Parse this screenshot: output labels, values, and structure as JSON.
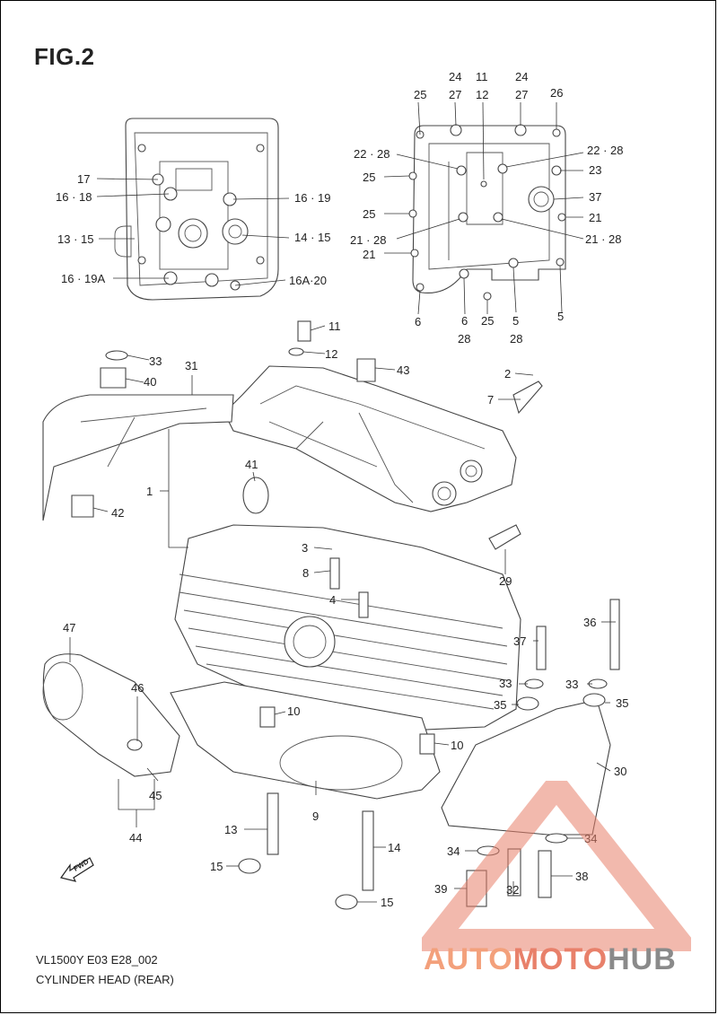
{
  "figure": {
    "title": "FIG.2"
  },
  "footer": {
    "model_code": "VL1500Y E03 E28_002",
    "section_name": "CYLINDER HEAD (REAR)"
  },
  "forward_marker": {
    "text": "FWD"
  },
  "watermark": {
    "text_part1": "AUTO",
    "text_part2": "MOTO",
    "text_part3": "HUB"
  },
  "callouts_top_left": [
    {
      "text": "17"
    },
    {
      "text": "16 · 18"
    },
    {
      "text": "13 · 15"
    },
    {
      "text": "16 · 19A"
    },
    {
      "text": "16 · 19"
    },
    {
      "text": "14 · 15"
    },
    {
      "text": "16A·20"
    }
  ],
  "callouts_top_right": [
    {
      "text": "24"
    },
    {
      "text": "27"
    },
    {
      "text": "11"
    },
    {
      "text": "12"
    },
    {
      "text": "24"
    },
    {
      "text": "27"
    },
    {
      "text": "25"
    },
    {
      "text": "26"
    },
    {
      "text": "22 · 28"
    },
    {
      "text": "22 · 28"
    },
    {
      "text": "25"
    },
    {
      "text": "23"
    },
    {
      "text": "37"
    },
    {
      "text": "25"
    },
    {
      "text": "21"
    },
    {
      "text": "21 · 28"
    },
    {
      "text": "21 · 28"
    },
    {
      "text": "21"
    },
    {
      "text": "6"
    },
    {
      "text": "6"
    },
    {
      "text": "25"
    },
    {
      "text": "5"
    },
    {
      "text": "5"
    },
    {
      "text": "28"
    },
    {
      "text": "28"
    }
  ],
  "callouts_main": [
    {
      "text": "11"
    },
    {
      "text": "12"
    },
    {
      "text": "33"
    },
    {
      "text": "31"
    },
    {
      "text": "43"
    },
    {
      "text": "40"
    },
    {
      "text": "2"
    },
    {
      "text": "7"
    },
    {
      "text": "1"
    },
    {
      "text": "41"
    },
    {
      "text": "42"
    },
    {
      "text": "3"
    },
    {
      "text": "8"
    },
    {
      "text": "29"
    },
    {
      "text": "4"
    },
    {
      "text": "47"
    },
    {
      "text": "36"
    },
    {
      "text": "37"
    },
    {
      "text": "46"
    },
    {
      "text": "33"
    },
    {
      "text": "33"
    },
    {
      "text": "35"
    },
    {
      "text": "35"
    },
    {
      "text": "10"
    },
    {
      "text": "10"
    },
    {
      "text": "30"
    },
    {
      "text": "45"
    },
    {
      "text": "9"
    },
    {
      "text": "44"
    },
    {
      "text": "13"
    },
    {
      "text": "14"
    },
    {
      "text": "34"
    },
    {
      "text": "34"
    },
    {
      "text": "15"
    },
    {
      "text": "38"
    },
    {
      "text": "39"
    },
    {
      "text": "32"
    },
    {
      "text": "15"
    }
  ]
}
